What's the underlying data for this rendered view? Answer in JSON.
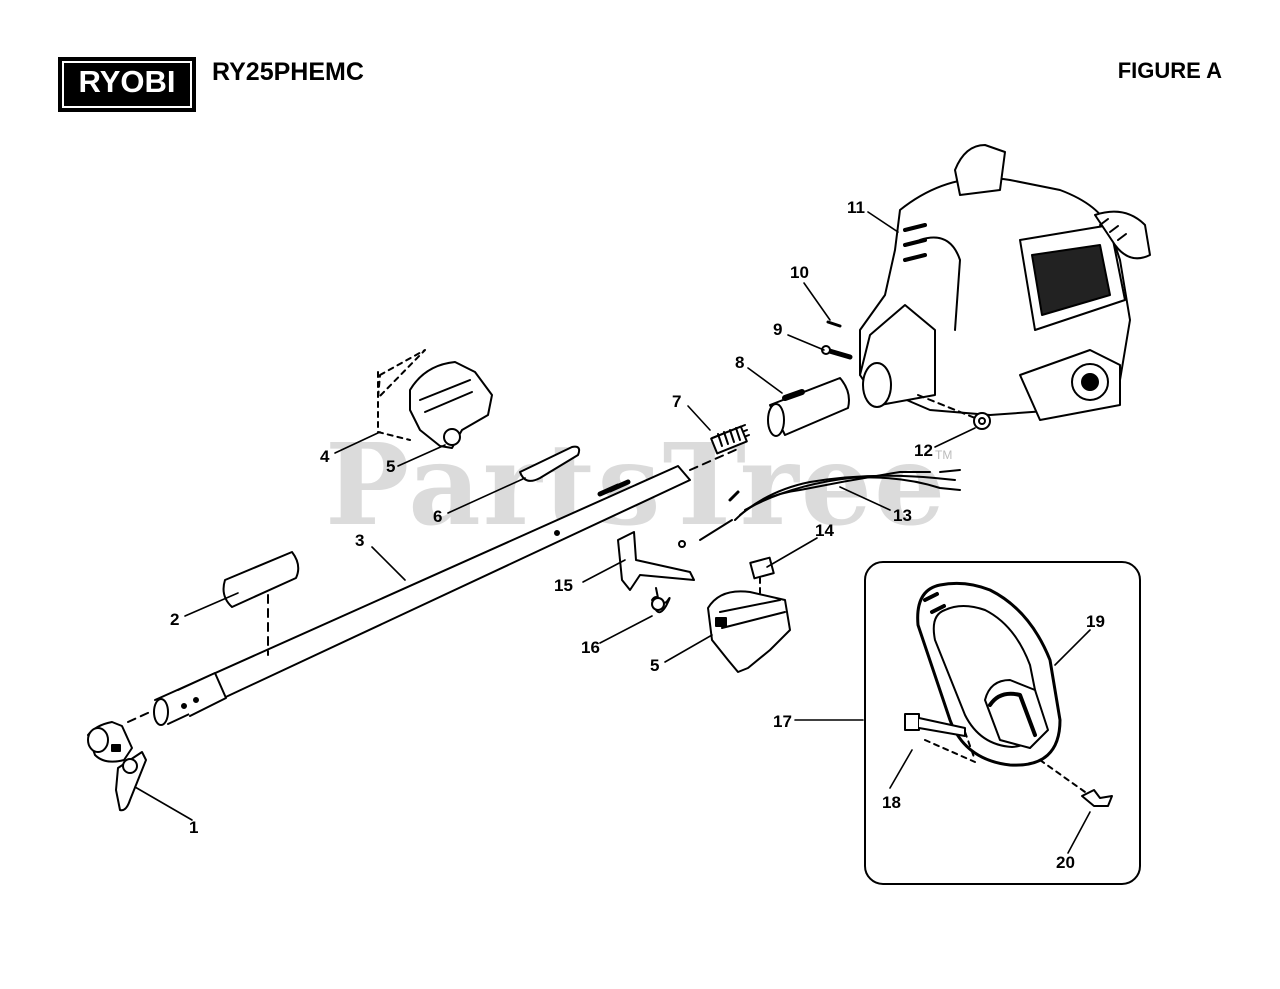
{
  "header": {
    "brand": "RYOBI",
    "model": "RY25PHEMC",
    "figure": "FIGURE A"
  },
  "watermark": {
    "text": "PartsTree",
    "tm": "TM"
  },
  "callouts": [
    "1",
    "2",
    "3",
    "4",
    "5",
    "6",
    "7",
    "8",
    "9",
    "10",
    "11",
    "12",
    "13",
    "14",
    "15",
    "5",
    "16",
    "17",
    "18",
    "19",
    "20"
  ]
}
